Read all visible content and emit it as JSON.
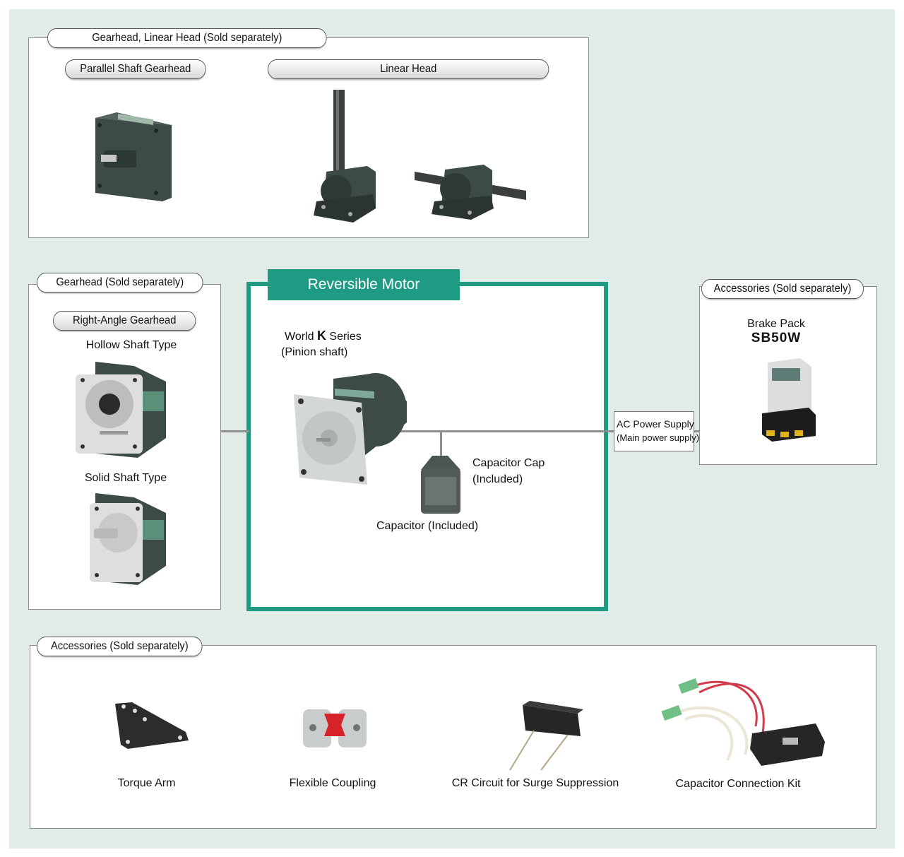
{
  "colors": {
    "accent": "#1e9b82",
    "background": "#e1ece9",
    "motor_body": "#3c4a48",
    "cable_red": "#d23c4a"
  },
  "top_panel": {
    "title": "Gearhead, Linear Head (Sold separately)",
    "parallel_label": "Parallel Shaft Gearhead",
    "linear_label": "Linear Head"
  },
  "left_panel": {
    "title": "Gearhead (Sold separately)",
    "subtitle": "Right-Angle Gearhead",
    "hollow_label": "Hollow Shaft Type",
    "solid_label": "Solid Shaft Type"
  },
  "motor_panel": {
    "title": "Reversible Motor",
    "series_prefix": "World",
    "series_letter": "K",
    "series_suffix": "Series",
    "series_note": "(Pinion shaft)",
    "cap_label_1": "Capacitor Cap",
    "cap_label_2": "(Included)",
    "capacitor_label": "Capacitor (Included)"
  },
  "ac_power": {
    "line1": "AC Power Supply",
    "line2": "(Main power supply)"
  },
  "right_panel": {
    "title": "Accessories (Sold separately)",
    "item_label": "Brake Pack",
    "item_model": "SB50W"
  },
  "bottom_panel": {
    "title": "Accessories (Sold separately)",
    "items": [
      {
        "label": "Torque Arm",
        "icon": "torque-arm-icon"
      },
      {
        "label": "Flexible Coupling",
        "icon": "coupling-icon"
      },
      {
        "label": "CR Circuit for Surge Suppression",
        "icon": "cr-circuit-icon"
      },
      {
        "label": "Capacitor Connection Kit",
        "icon": "connection-kit-icon"
      }
    ]
  }
}
